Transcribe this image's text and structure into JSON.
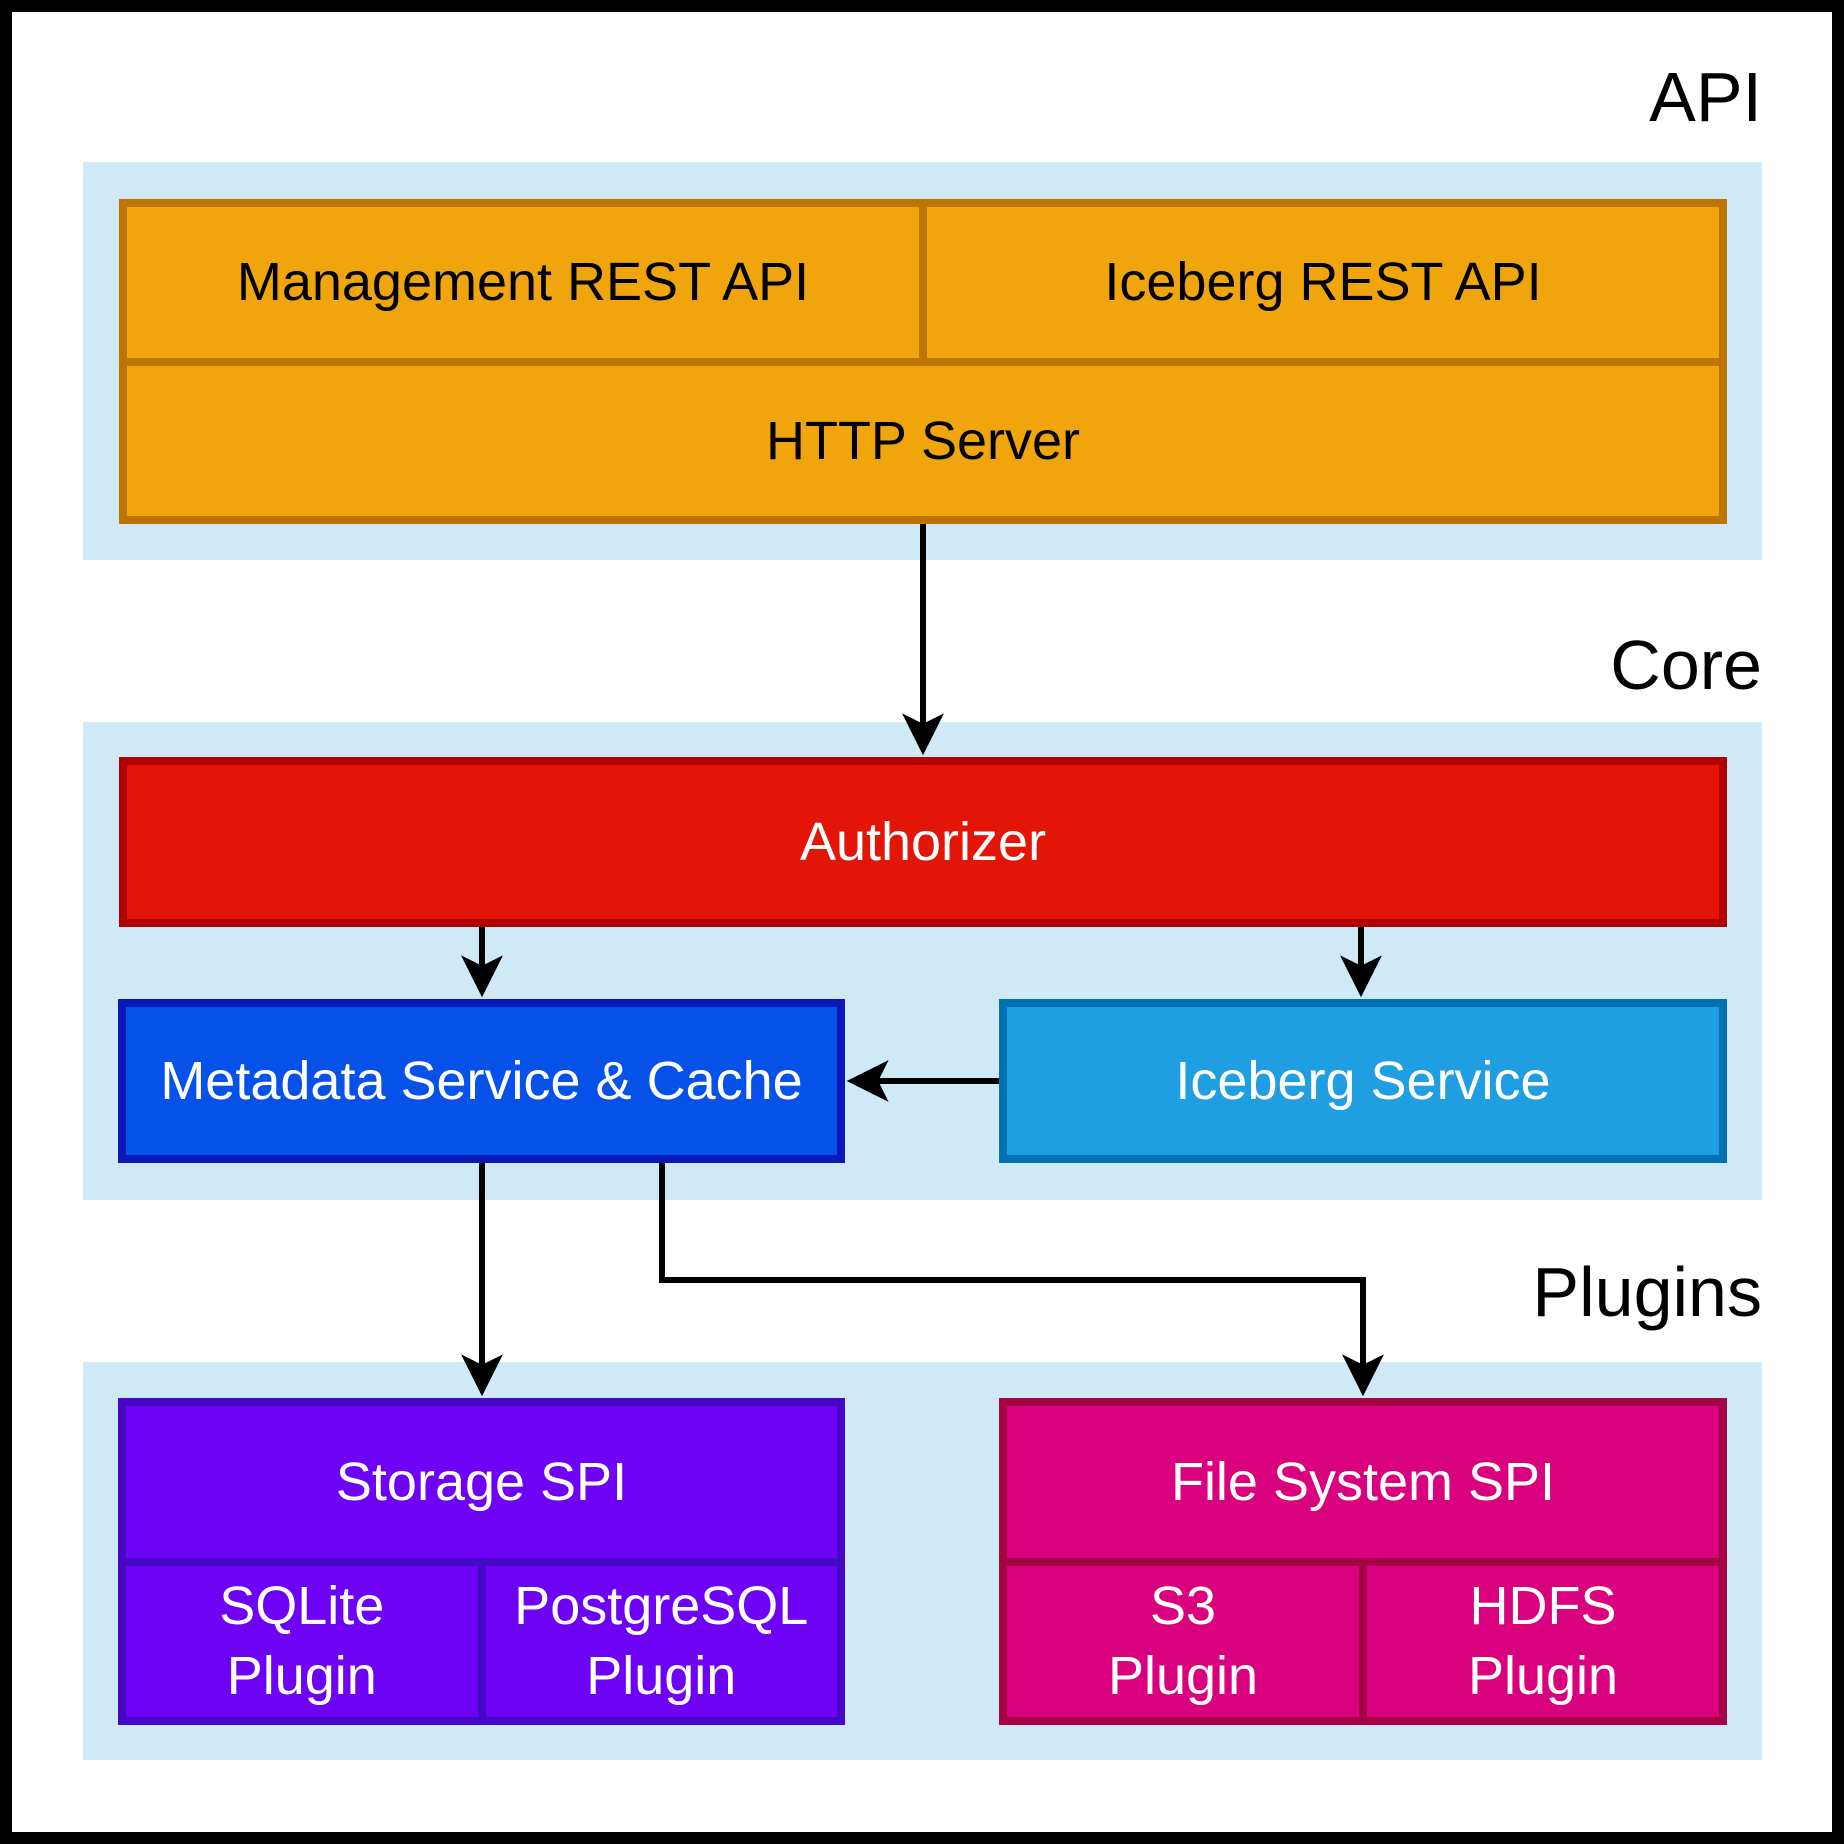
{
  "sections": [
    {
      "id": "api",
      "label": "API"
    },
    {
      "id": "core",
      "label": "Core"
    },
    {
      "id": "plugins",
      "label": "Plugins"
    }
  ],
  "nodes": {
    "management_rest_api": {
      "label": "Management REST API"
    },
    "iceberg_rest_api": {
      "label": "Iceberg REST API"
    },
    "http_server": {
      "label": "HTTP Server"
    },
    "authorizer": {
      "label": "Authorizer"
    },
    "metadata_service": {
      "label": "Metadata Service & Cache"
    },
    "iceberg_service": {
      "label": "Iceberg Service"
    },
    "storage_spi": {
      "label": "Storage SPI"
    },
    "sqlite_plugin": {
      "label": "SQLite\nPlugin"
    },
    "postgresql_plugin": {
      "label": "PostgreSQL\nPlugin"
    },
    "file_system_spi": {
      "label": "File System SPI"
    },
    "s3_plugin": {
      "label": "S3\nPlugin"
    },
    "hdfs_plugin": {
      "label": "HDFS\nPlugin"
    }
  },
  "edges": [
    {
      "from": "http_server",
      "to": "authorizer"
    },
    {
      "from": "authorizer",
      "to": "metadata_service"
    },
    {
      "from": "authorizer",
      "to": "iceberg_service"
    },
    {
      "from": "iceberg_service",
      "to": "metadata_service"
    },
    {
      "from": "metadata_service",
      "to": "storage_spi"
    },
    {
      "from": "metadata_service",
      "to": "file_system_spi"
    }
  ],
  "colors": {
    "frame": "#000000",
    "band": "#CFE9F7",
    "label_text": "#000000",
    "arrow": "#000000",
    "box_text": "#FFFFFF",
    "orange_fill": "#F0A50C",
    "orange_border": "#BD7502",
    "orange_text": "#000000",
    "red_fill": "#E21507",
    "red_border": "#B10201",
    "blue_fill": "#0652E8",
    "blue_border": "#0A18B8",
    "sky_fill": "#1F9FE1",
    "sky_border": "#0271B1",
    "violet_fill": "#6D02F5",
    "violet_border": "#4508C7",
    "magenta_fill": "#D9017E",
    "magenta_border": "#A60345"
  }
}
